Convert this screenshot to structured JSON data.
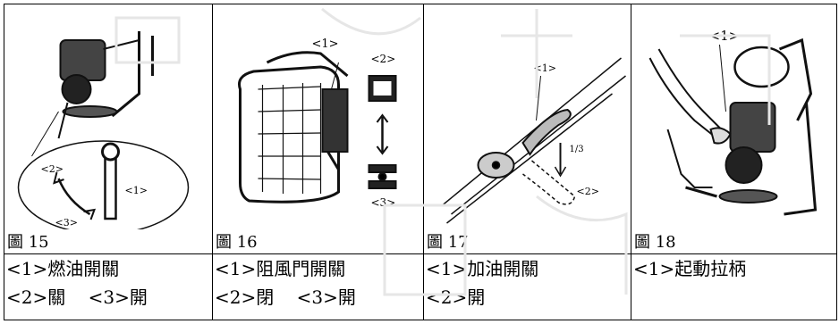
{
  "figures": [
    {
      "label": "圖 15",
      "callouts": {
        "c1": "<1>",
        "c2": "<2>",
        "c3": "<3>"
      }
    },
    {
      "label": "圖 16",
      "callouts": {
        "c1": "<1>",
        "c2": "<2>",
        "c3": "<3>"
      }
    },
    {
      "label": "圖 17",
      "callouts": {
        "c1": "<1>",
        "c2": "<2>",
        "frac": "1/3"
      }
    },
    {
      "label": "圖 18",
      "callouts": {
        "c1": "<1>"
      }
    }
  ],
  "captions": [
    {
      "line1": "<1>燃油開關",
      "line2": "<2>關    <3>開"
    },
    {
      "line1": "<1>阻風門開關",
      "line2": "<2>閉    <3>開"
    },
    {
      "line1": "<1>加油開關",
      "line2": "<2>開"
    },
    {
      "line1": "<1>起動拉柄",
      "line2": ""
    }
  ]
}
